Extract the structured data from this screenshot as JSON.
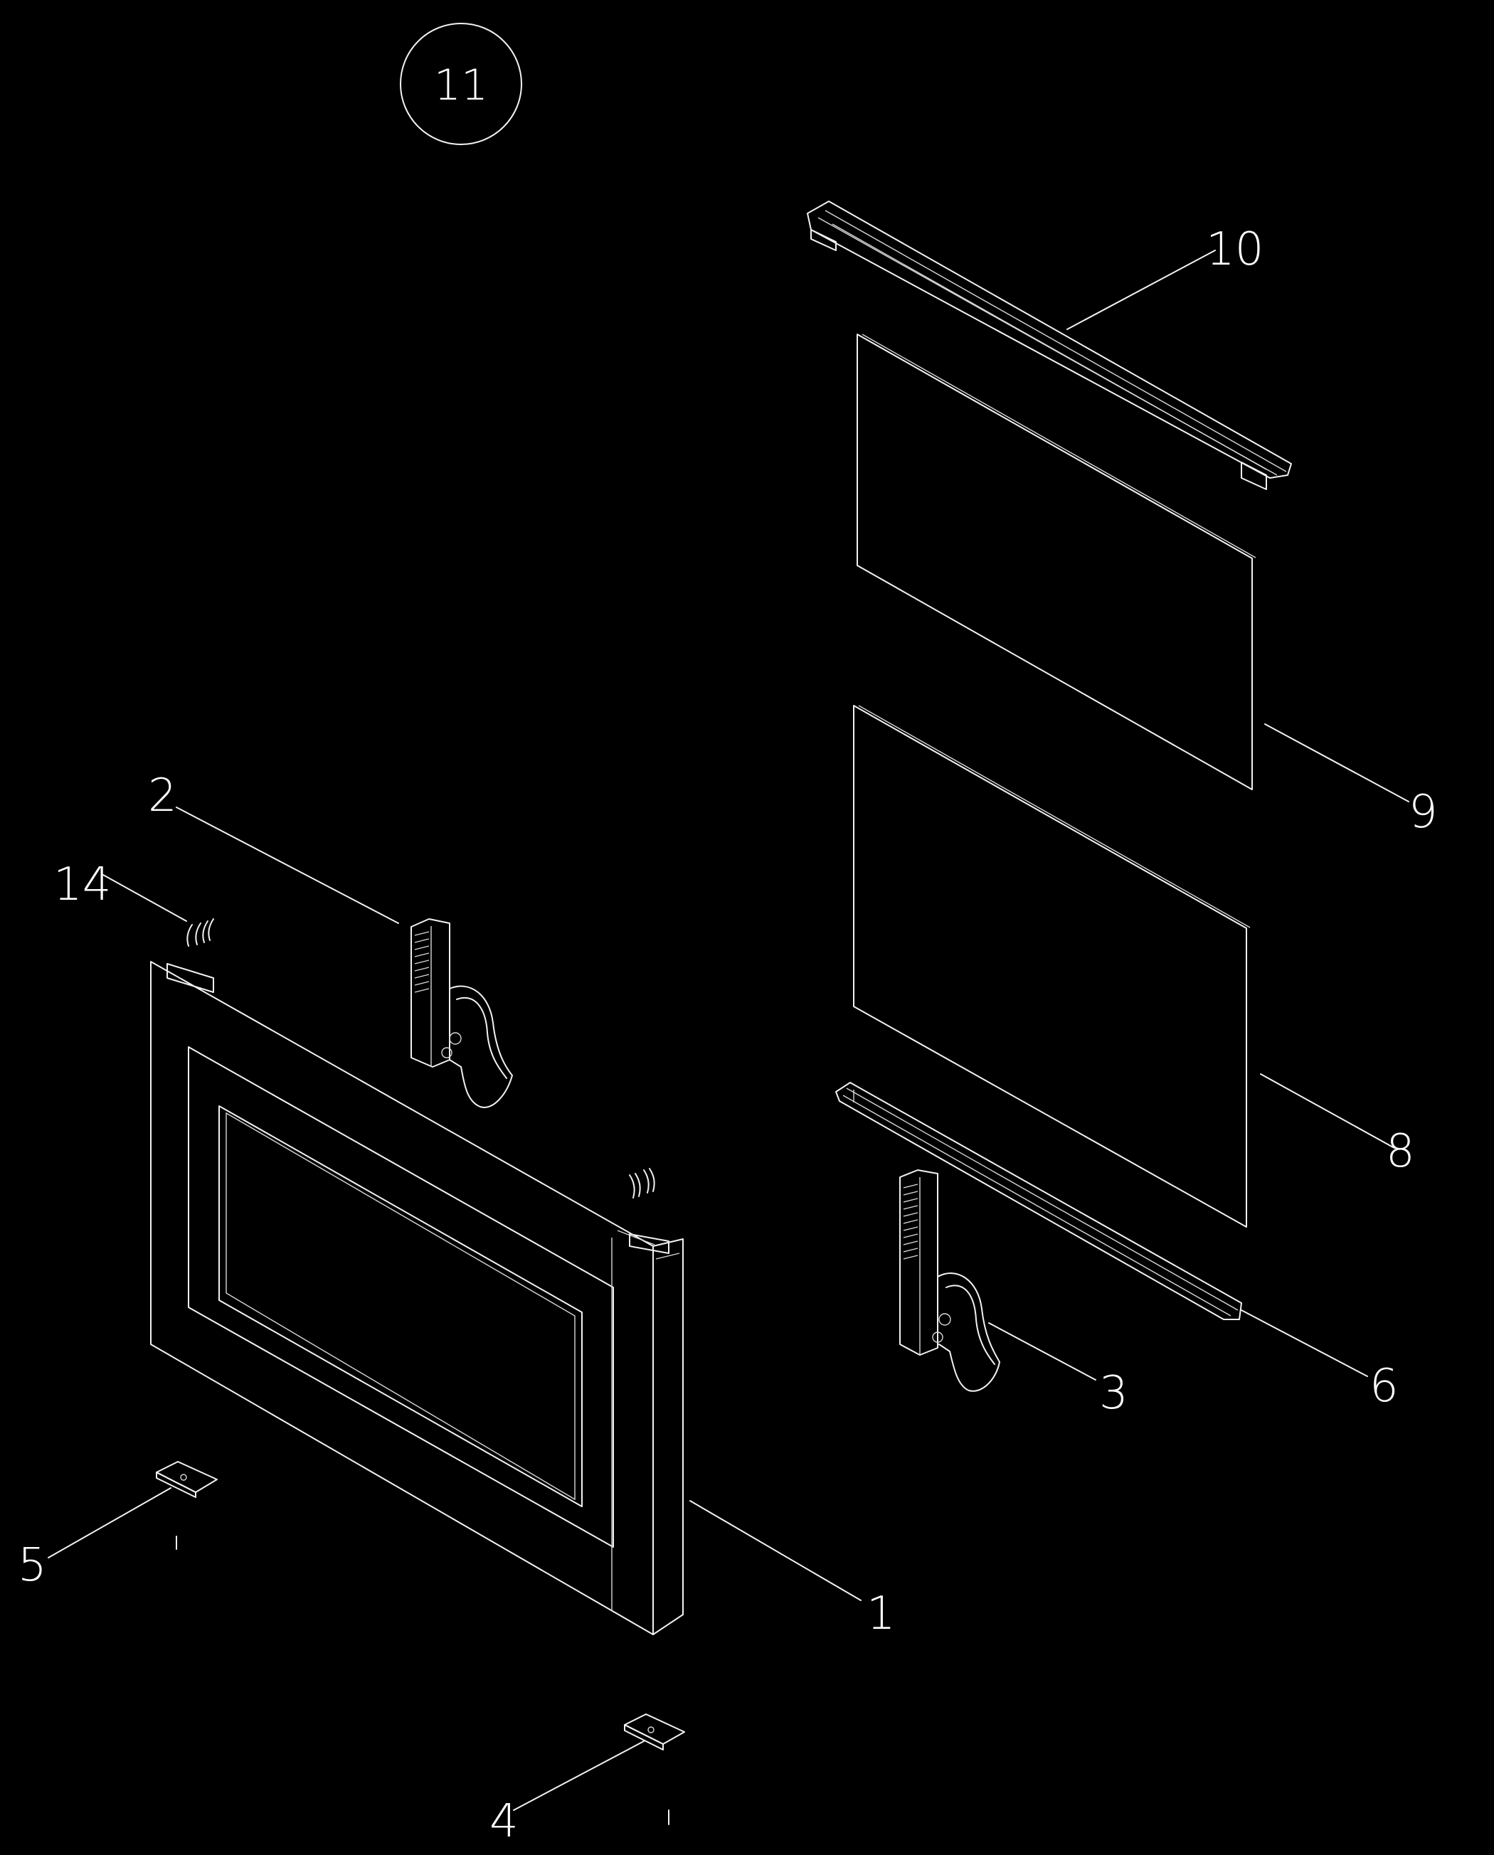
{
  "sheet": {
    "number": "11"
  },
  "callouts": {
    "c1": "1",
    "c2": "2",
    "c3": "3",
    "c4": "4",
    "c5": "5",
    "c6": "6",
    "c8": "8",
    "c9": "9",
    "c10": "10",
    "c14": "14"
  },
  "colors": {
    "background": "#000000",
    "line": "#f2f2f2"
  }
}
